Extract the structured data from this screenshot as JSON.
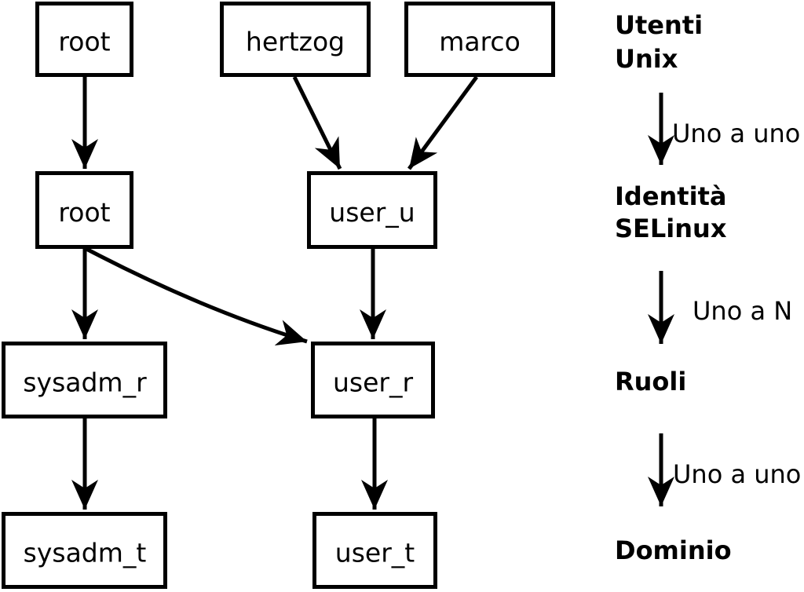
{
  "colors": {
    "background": "#ffffff",
    "line": "#000000",
    "box_fill": "#ffffff"
  },
  "boxes": {
    "unix_root": "root",
    "unix_hertzog": "hertzog",
    "unix_marco": "marco",
    "selinux_root": "root",
    "selinux_user_u": "user_u",
    "role_sysadm_r": "sysadm_r",
    "role_user_r": "user_r",
    "domain_sysadm_t": "sysadm_t",
    "domain_user_t": "user_t"
  },
  "legend": {
    "users_line1": "Utenti",
    "users_line2": "Unix",
    "mapping1": "Uno a uno",
    "identity_line1": "Identità",
    "identity_line2": "SELinux",
    "mapping2": "Uno a N",
    "roles": "Ruoli",
    "mapping3": "Uno a uno",
    "domain": "Dominio"
  }
}
